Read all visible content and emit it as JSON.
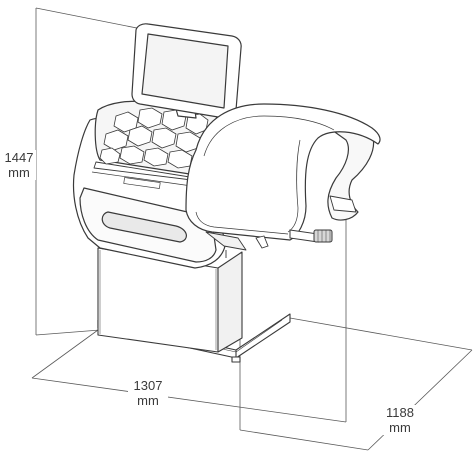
{
  "dimensions": {
    "height": {
      "value": "1447",
      "unit": "mm"
    },
    "width": {
      "value": "1307",
      "unit": "mm"
    },
    "depth": {
      "value": "1188",
      "unit": "mm"
    }
  },
  "colors": {
    "line": "#3a3a3a",
    "fill": "#ffffff",
    "shade": "#e9e9e9",
    "screen": "#f4f4f4"
  }
}
